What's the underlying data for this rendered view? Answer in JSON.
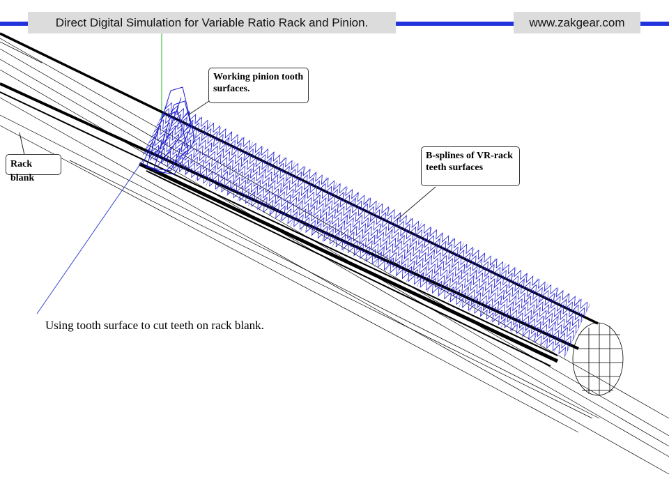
{
  "header": {
    "title": "Direct Digital Simulation for Variable Ratio Rack and Pinion.",
    "website": "www.zakgear.com",
    "accent_color": "#2233dd"
  },
  "callouts": {
    "working_pinion": {
      "line1": "Working pinion tooth",
      "line2": "surfaces."
    },
    "rack_blank": {
      "line1": "Rack blank"
    },
    "bsplines": {
      "line1": "B-splines of VR-rack",
      "line2": "teeth surfaces"
    }
  },
  "caption": "Using tooth surface to cut teeth on rack blank.",
  "colors": {
    "wireframe": "#000000",
    "pinion_surface": "#1a1acc",
    "guide_line": "#22bb22"
  }
}
